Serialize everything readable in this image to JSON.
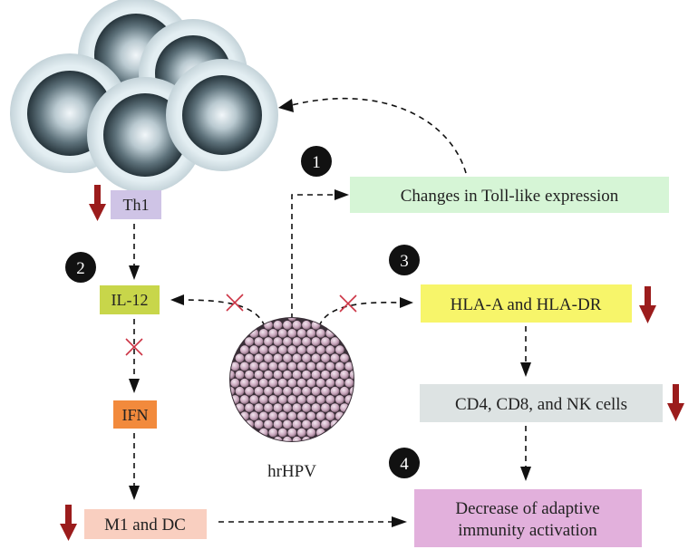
{
  "nodes": {
    "th1": {
      "label": "Th1",
      "fill": "#cfc4e6"
    },
    "toll": {
      "label": "Changes in Toll-like expression",
      "fill": "#d6f5d6"
    },
    "il12": {
      "label": "IL-12",
      "fill": "#c8d64a"
    },
    "hla": {
      "label": "HLA-A and HLA-DR",
      "fill": "#f7f56a"
    },
    "ifn": {
      "label": "IFN",
      "fill": "#f28a3c"
    },
    "cd": {
      "label": "CD4, CD8, and NK cells",
      "fill": "#dde3e3"
    },
    "m1dc": {
      "label": "M1 and DC",
      "fill": "#f9cfc0"
    },
    "decrease": {
      "line1": "Decrease of adaptive",
      "line2": "immunity activation",
      "fill": "#e2b0dc"
    }
  },
  "steps": [
    "1",
    "2",
    "3",
    "4"
  ],
  "virus": {
    "label": "hrHPV"
  },
  "colors": {
    "decrease_arrow": "#9b1c1c",
    "inhibition_mark": "#cc3344",
    "step_badge": "#111111"
  },
  "icons": {
    "cells": "t-cell-cluster-illustration",
    "virus": "virus-particle-illustration",
    "down": "decrease-arrow-icon",
    "block": "inhibition-cross-icon"
  }
}
